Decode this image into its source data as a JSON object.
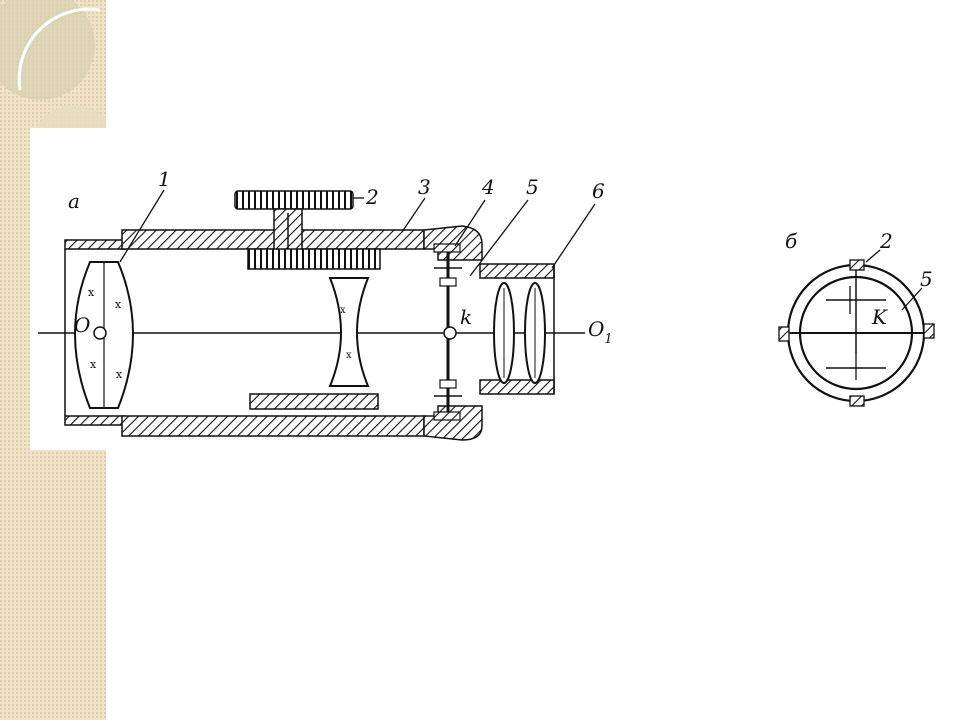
{
  "slide": {
    "background": "#ffffff",
    "sidebar_color": "#efe4c8"
  },
  "figure": {
    "panel_a": {
      "label": "а",
      "callouts": [
        "1",
        "2",
        "3",
        "4",
        "5",
        "6"
      ],
      "axis_start_label": "O",
      "axis_end_label": "O",
      "axis_end_subscript": "1",
      "point_label": "k"
    },
    "panel_b": {
      "label": "б",
      "callouts": [
        "2",
        "5"
      ],
      "point_label": "K"
    }
  }
}
